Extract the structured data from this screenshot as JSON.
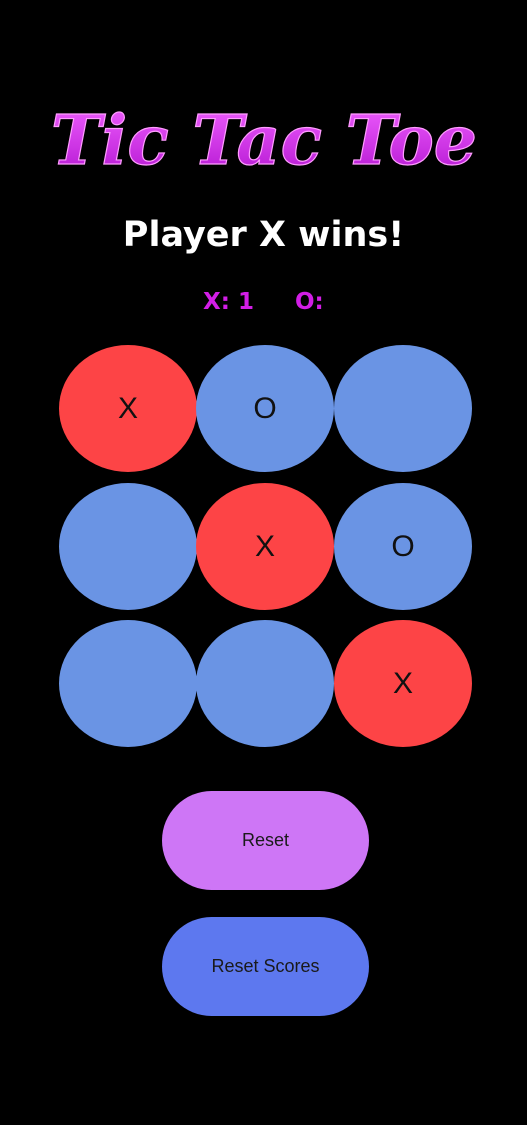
{
  "title": "Tic Tac Toe",
  "status": "Player X wins!",
  "scores": {
    "x": "X: 1",
    "o": "O:"
  },
  "board": [
    [
      "X",
      "O",
      ""
    ],
    [
      "",
      "X",
      "O"
    ],
    [
      "",
      "",
      "X"
    ]
  ],
  "buttons": {
    "reset": "Reset",
    "reset_scores": "Reset Scores"
  },
  "colors": {
    "background": "#000000",
    "title": "#d21ee6",
    "x_cell": "#fd4446",
    "o_cell": "#6a94e4",
    "reset_button": "#ce76f6",
    "reset_scores_button": "#5d78ef"
  }
}
